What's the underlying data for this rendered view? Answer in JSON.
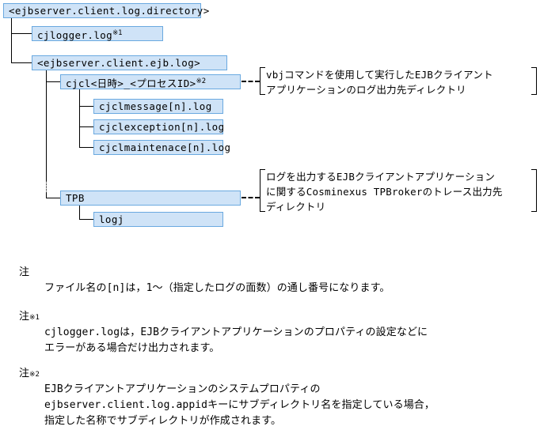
{
  "diagram": {
    "nodes": [
      {
        "id": "root",
        "label": "<ejbserver.client.log.directory>",
        "sup": ""
      },
      {
        "id": "cjlogger",
        "label": "cjlogger.log",
        "sup": "※1"
      },
      {
        "id": "ejblog",
        "label": "<ejbserver.client.ejb.log>",
        "sup": ""
      },
      {
        "id": "cjcl",
        "label": "cjcl<日時>_<プロセスID>",
        "sup": "※2"
      },
      {
        "id": "cjclmessage",
        "label": "cjclmessage[n].log",
        "sup": ""
      },
      {
        "id": "cjclexception",
        "label": "cjclexception[n].log",
        "sup": ""
      },
      {
        "id": "cjclmaintenace",
        "label": "cjclmaintenace[n].log",
        "sup": ""
      },
      {
        "id": "tpb",
        "label": "TPB",
        "sup": ""
      },
      {
        "id": "logj",
        "label": "logj",
        "sup": ""
      }
    ],
    "annotations": [
      {
        "id": "cjcl-annotation",
        "lines": [
          "vbjコマンドを使用して実行したEJBクライアント",
          "アプリケーションのログ出力先ディレクトリ"
        ]
      },
      {
        "id": "tpb-annotation",
        "lines": [
          "ログを出力するEJBクライアントアプリケーション",
          "に関するCosminexus TPBrokerのトレース出力先",
          "ディレクトリ"
        ]
      }
    ],
    "colors": {
      "box_fill": "#cfe3f7",
      "box_border": "#6aa9e0",
      "line": "#000000",
      "background": "#ffffff"
    }
  },
  "notes": [
    {
      "id": "note-general",
      "title": "注",
      "title_sup": "",
      "body": "ファイル名の[n]は，1～（指定したログの面数）の通し番号になります。"
    },
    {
      "id": "note-1",
      "title": "注",
      "title_sup": "※1",
      "body": "cjlogger.logは，EJBクライアントアプリケーションのプロパティの設定などに\nエラーがある場合だけ出力されます。"
    },
    {
      "id": "note-2",
      "title": "注",
      "title_sup": "※2",
      "body": "EJBクライアントアプリケーションのシステムプロパティの\nejbserver.client.log.appidキーにサブディレクトリ名を指定している場合，\n指定した名称でサブディレクトリが作成されます。"
    }
  ]
}
